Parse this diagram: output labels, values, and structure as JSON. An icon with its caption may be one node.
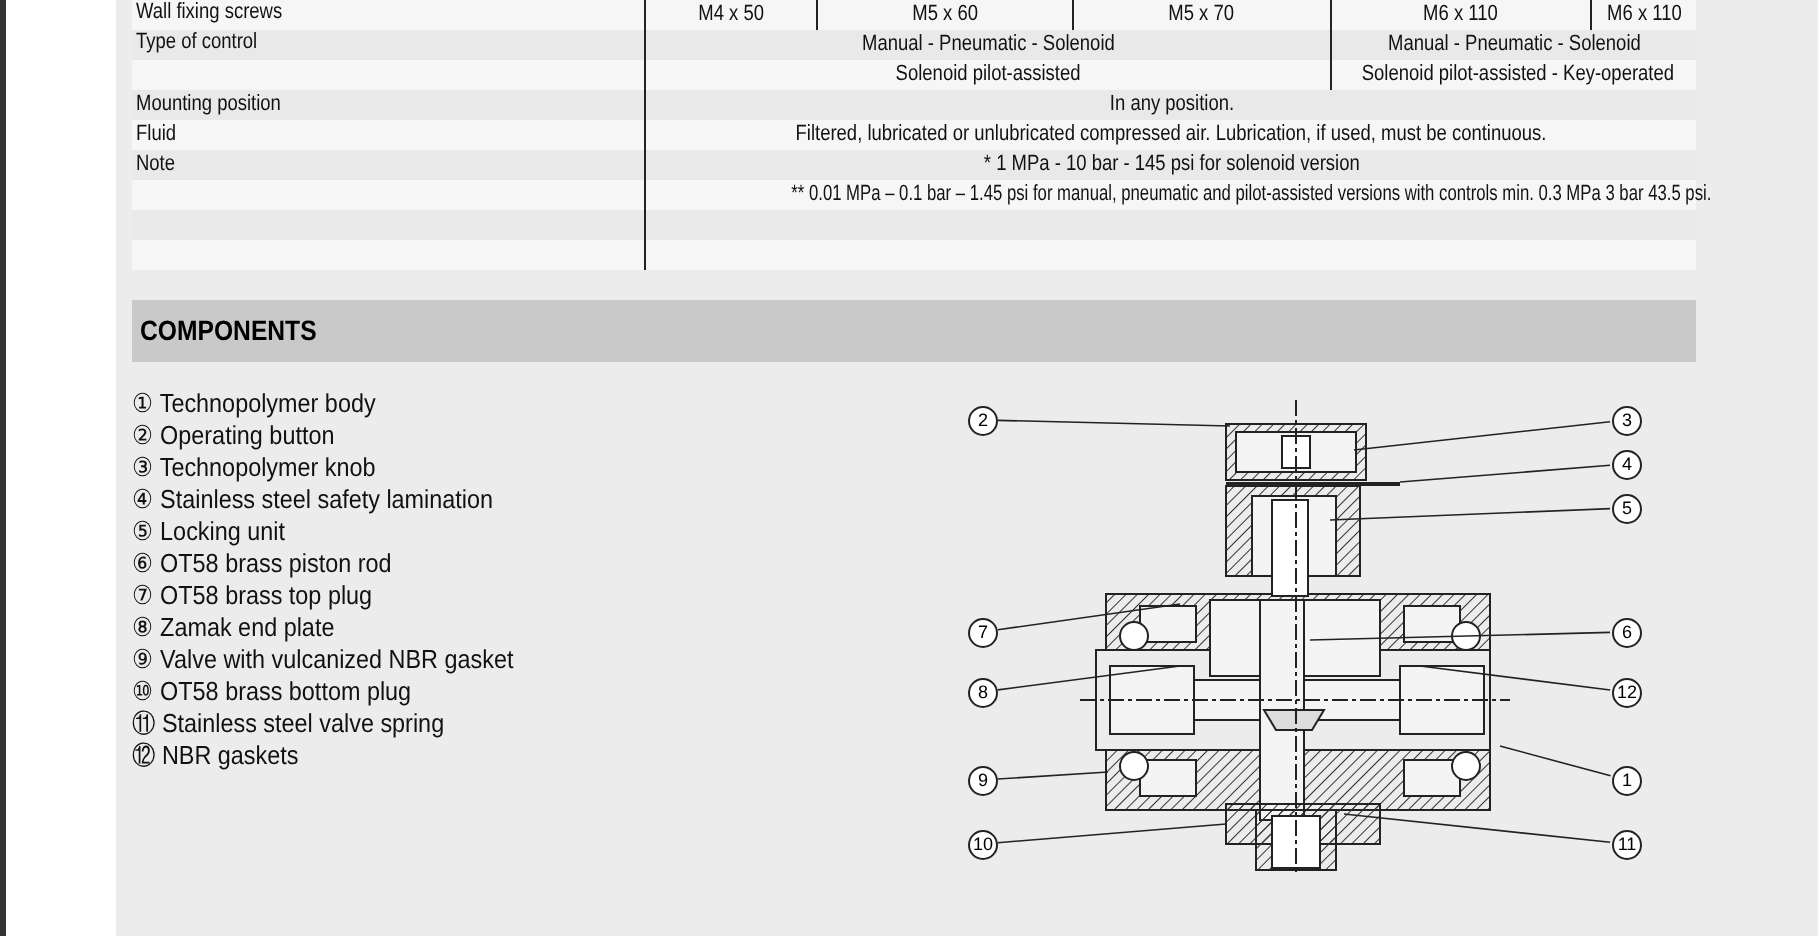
{
  "diagram": {
    "nodes": [
      {
        "text": [
          "2"
        ]
      },
      {
        "text": [
          "3"
        ]
      },
      {
        "text": [
          "4"
        ]
      },
      {
        "text": [
          "5"
        ]
      },
      {
        "text": [
          "7"
        ]
      },
      {
        "text": [
          "6"
        ]
      },
      {
        "text": [
          "8"
        ]
      },
      {
        "text": [
          "12"
        ]
      },
      {
        "text": [
          "9"
        ]
      },
      {
        "text": [
          "1"
        ]
      },
      {
        "text": [
          "10"
        ]
      },
      {
        "text": [
          "11"
        ]
      }
    ],
    "edges": [
      {
        "from": 0,
        "to": null,
        "arrow": "none"
      },
      {
        "from": 1,
        "to": null,
        "arrow": "none"
      },
      {
        "from": 2,
        "to": null,
        "arrow": "none"
      },
      {
        "from": 3,
        "to": null,
        "arrow": "none"
      },
      {
        "from": 4,
        "to": null,
        "arrow": "none"
      },
      {
        "from": 5,
        "to": null,
        "arrow": "none"
      },
      {
        "from": 6,
        "to": null,
        "arrow": "none"
      },
      {
        "from": 7,
        "to": null,
        "arrow": "none"
      },
      {
        "from": 8,
        "to": null,
        "arrow": "none"
      },
      {
        "from": 9,
        "to": null,
        "arrow": "none"
      },
      {
        "from": 10,
        "to": null,
        "arrow": "none"
      },
      {
        "from": 11,
        "to": null,
        "arrow": "none"
      }
    ],
    "labels": [
      "Wall fixing screws",
      "M4 x 50",
      "M5 x 60",
      "M5 x 70",
      "M6 x 110",
      "M6 x 110",
      "Type of control",
      "Manual - Pneumatic - Solenoid",
      "Manual - Pneumatic - Solenoid",
      "Solenoid pilot-assisted",
      "Solenoid pilot-assisted - Key-operated",
      "Mounting position",
      "In any position.",
      "Fluid",
      "Filtered, lubricated or unlubricated compressed air. Lubrication, if used, must be continuous.",
      "Note",
      "* 1 MPa - 10 bar - 145 psi for solenoid version",
      "** 0.01 MPa – 0.1 bar – 1.45 psi for manual, pneumatic and pilot-assisted versions with controls min. 0.3 MPa 3 bar 43.5 psi.",
      "COMPONENTS",
      "① Technopolymer body",
      "② Operating button",
      "③ Technopolymer knob",
      "④ Stainless steel safety lamination",
      "⑤ Locking unit",
      "⑥ OT58 brass piston rod",
      "⑦ OT58 brass top plug",
      "⑧ Zamak end plate",
      "⑨ Valve with vulcanized NBR gasket",
      "⑩ OT58 brass bottom plug",
      "⑪ Stainless steel valve spring",
      "⑫ NBR gaskets"
    ]
  }
}
